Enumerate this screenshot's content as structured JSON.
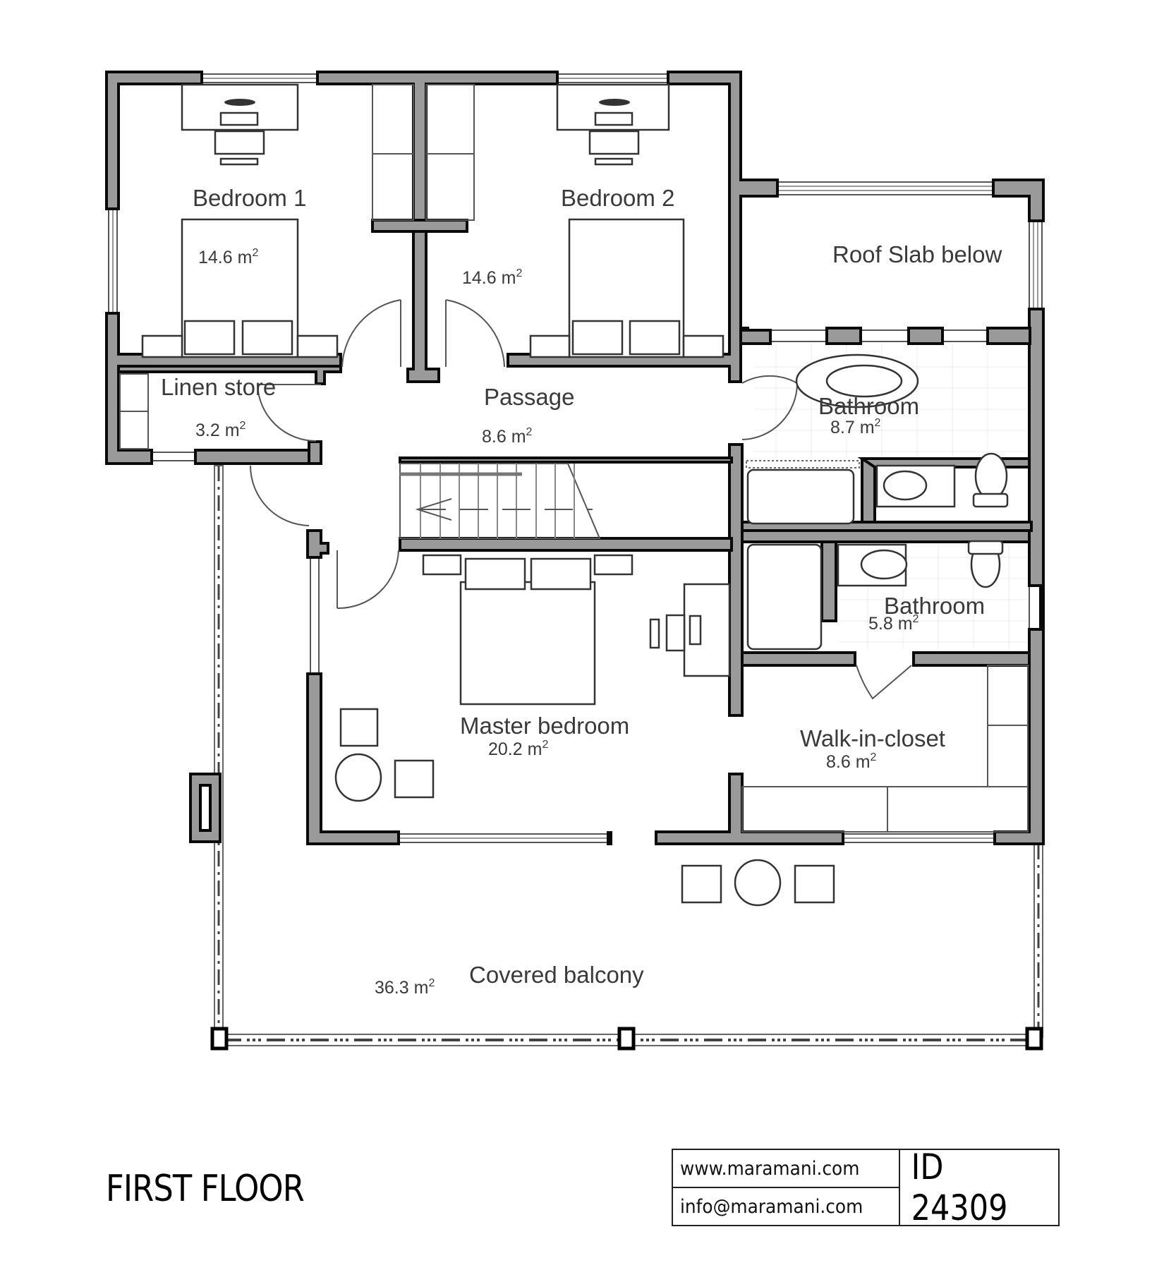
{
  "plan": {
    "title": "FIRST FLOOR",
    "rooms": [
      {
        "name": "Bedroom 1",
        "area": "14.6 m",
        "unit_sup": "2"
      },
      {
        "name": "Bedroom 2",
        "area": "14.6 m",
        "unit_sup": "2"
      },
      {
        "name": "Roof Slab below"
      },
      {
        "name": "Linen store",
        "area": "3.2 m",
        "unit_sup": "2"
      },
      {
        "name": "Passage",
        "area": "8.6 m",
        "unit_sup": "2"
      },
      {
        "name": "Bathroom",
        "area": "8.7 m",
        "unit_sup": "2"
      },
      {
        "name": "Bathroom",
        "area": "5.8 m",
        "unit_sup": "2"
      },
      {
        "name": "Master bedroom",
        "area": "20.2 m",
        "unit_sup": "2"
      },
      {
        "name": "Walk-in-closet",
        "area": "8.6 m",
        "unit_sup": "2"
      },
      {
        "name": "Covered balcony",
        "area": "36.3 m",
        "unit_sup": "2"
      }
    ]
  },
  "title_block": {
    "website": "www.maramani.com",
    "email": "info@maramani.com",
    "plan_id": "ID 24309"
  },
  "colors": {
    "wall_fill": "#9a9a9a",
    "wall_edge": "#0a0a0a",
    "label_text": "#3a3a3a"
  }
}
